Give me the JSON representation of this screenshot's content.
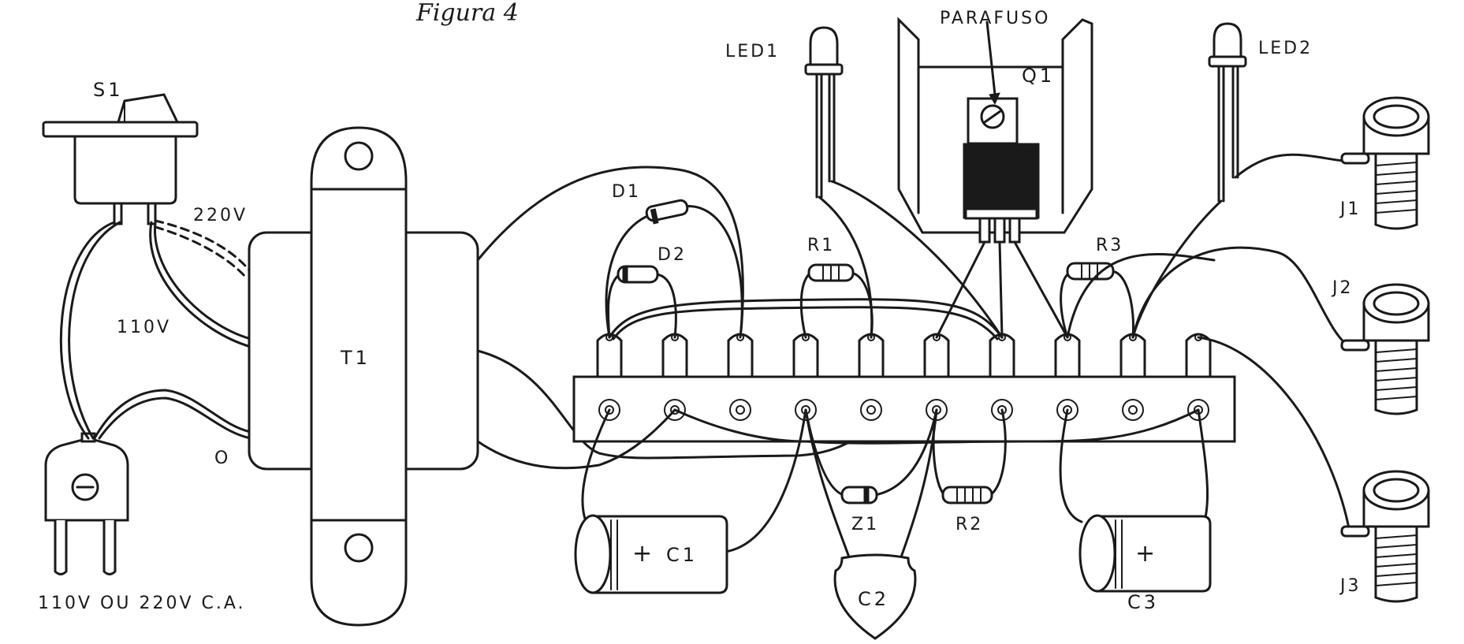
{
  "caption": "Figura 4",
  "labels": {
    "s1": "S1",
    "v220": "220V",
    "v110": "110V",
    "zero": "O",
    "plug": "110V OU 220V C.A.",
    "t1": "T1",
    "d1": "D1",
    "d2": "D2",
    "r1": "R1",
    "led1": "LED1",
    "parafuso": "PARAFUSO",
    "q1": "Q1",
    "led2": "LED2",
    "r3": "R3",
    "j1": "J1",
    "j2": "J2",
    "j3": "J3",
    "c1": "C1",
    "z1": "Z1",
    "c2": "C2",
    "r2": "R2",
    "c3": "C3",
    "plus": "+"
  },
  "colors": {
    "ink": "#1a1a1a",
    "paper": "#ffffff"
  }
}
